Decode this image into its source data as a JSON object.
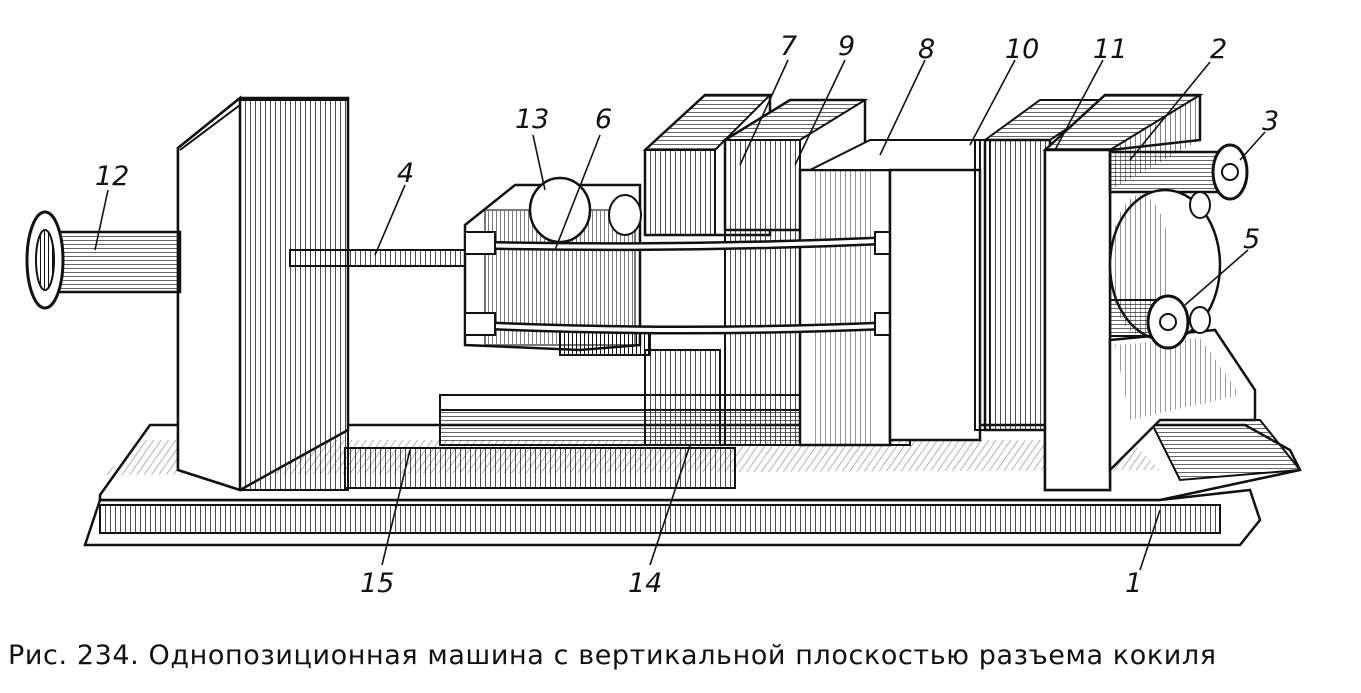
{
  "caption": "Рис. 234. Однопозиционная машина с вертикальной плоскостью разъема кокиля",
  "callouts": [
    {
      "id": "12",
      "text": "12"
    },
    {
      "id": "4",
      "text": "4"
    },
    {
      "id": "13",
      "text": "13"
    },
    {
      "id": "6",
      "text": "6"
    },
    {
      "id": "7",
      "text": "7"
    },
    {
      "id": "9",
      "text": "9"
    },
    {
      "id": "8",
      "text": "8"
    },
    {
      "id": "10",
      "text": "10"
    },
    {
      "id": "11",
      "text": "11"
    },
    {
      "id": "2",
      "text": "2"
    },
    {
      "id": "3",
      "text": "3"
    },
    {
      "id": "5",
      "text": "5"
    },
    {
      "id": "15",
      "text": "15"
    },
    {
      "id": "14",
      "text": "14"
    },
    {
      "id": "1",
      "text": "1"
    }
  ]
}
